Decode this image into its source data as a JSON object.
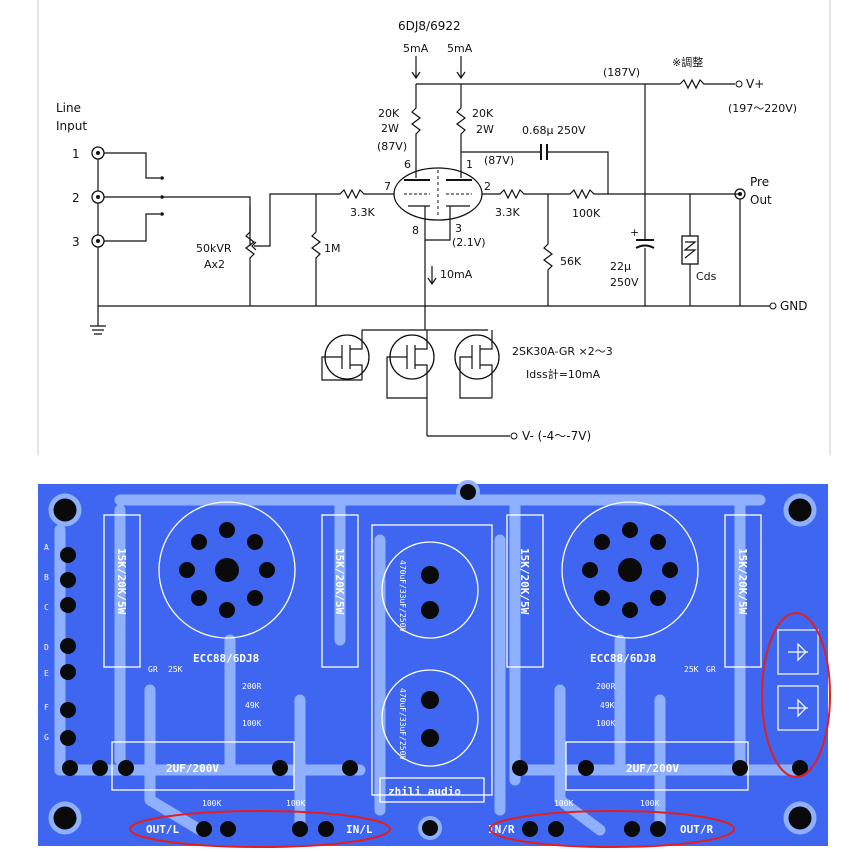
{
  "schematic": {
    "tube_label": "6DJ8/6922",
    "current_left": "5mA",
    "current_right": "5mA",
    "supply_voltage": "(187V)",
    "adjust_note": "※調整",
    "vplus_label": "V+",
    "vplus_range": "(197～220V)",
    "line_input_label_1": "Line",
    "line_input_label_2": "Input",
    "input_1": "1",
    "input_2": "2",
    "input_3": "3",
    "r_plate_left_1": "20K",
    "r_plate_left_2": "2W",
    "r_plate_left_v": "(87V)",
    "r_plate_right_1": "20K",
    "r_plate_right_2": "2W",
    "cap_coupling": "0.68μ 250V",
    "v_plate_right": "(87V)",
    "pin_6": "6",
    "pin_1": "1",
    "pin_7": "7",
    "pin_2": "2",
    "pin_8": "8",
    "pin_3": "3",
    "v_cathode": "(2.1V)",
    "r_grid_left": "3.3K",
    "r_grid_right": "3.3K",
    "r_out": "100K",
    "vr_label_1": "50kVR",
    "vr_label_2": "Ax2",
    "r_1m": "1M",
    "r_56k": "56K",
    "cap_22u_1": "22μ",
    "cap_22u_2": "250V",
    "cds_label": "Cds",
    "pre_out_1": "Pre",
    "pre_out_2": "Out",
    "gnd_label": "GND",
    "current_10ma": "10mA",
    "fet_label_1": "2SK30A-GR ×2～3",
    "fet_label_2": "Idss計=10mA",
    "vminus_label": "V- (-4～-7V)"
  },
  "pcb": {
    "tube_label_left": "ECC88/6DJ8",
    "tube_label_right": "ECC88/6DJ8",
    "resistor_15k_a": "15K/20K/5W",
    "resistor_15k_b": "15K/20K/5W",
    "resistor_15k_c": "15K/20K/5W",
    "resistor_15k_d": "15K/20K/5W",
    "cap_2uf_left": "2UF/200V",
    "cap_2uf_right": "2UF/200V",
    "brand": "zhili audio",
    "r_200r_l": "200R",
    "r_49k_l": "49K",
    "r_100k_l": "100K",
    "r_200r_r": "200R",
    "r_49k_r": "49K",
    "r_100k_r": "100K",
    "r_25k_l": "25K",
    "r_25k_r": "25K",
    "gr_l": "GR",
    "gr_r": "GR",
    "r_100k_bl": "100K",
    "r_100k_bl2": "100K",
    "r_100k_br": "100K",
    "r_100k_br2": "100K",
    "out_l": "OUT/L",
    "in_l": "IN/L",
    "in_r": "IN/R",
    "out_r": "OUT/R",
    "elec_cap_1": "470uF/33uF/250V",
    "elec_cap_2": "470uF/33uF/250V",
    "side_a": "A",
    "side_b": "B",
    "side_c": "C",
    "side_d": "D",
    "side_e": "E",
    "side_f": "F",
    "side_g": "G",
    "colors": {
      "board": "#3f66f0",
      "trace": "#8fb0ff",
      "highlight": "#e02020"
    }
  }
}
